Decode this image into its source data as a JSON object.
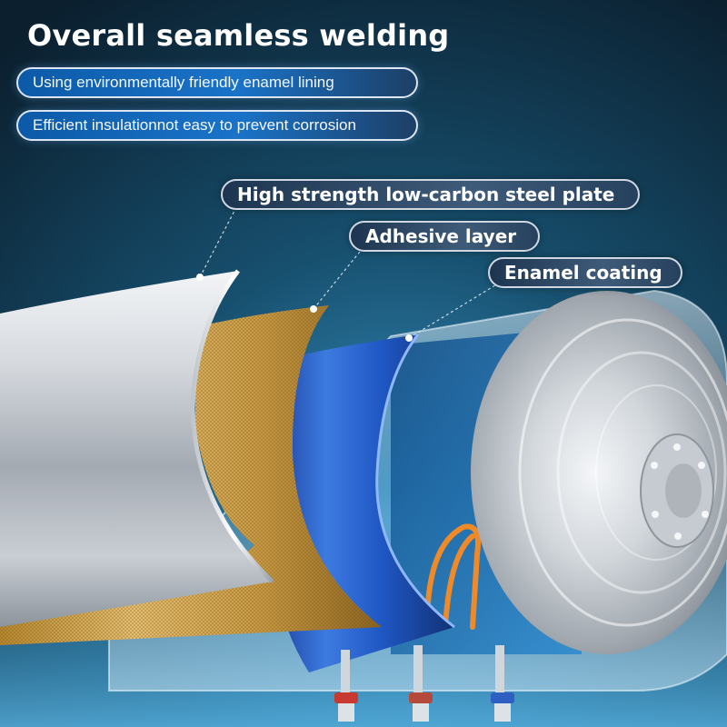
{
  "headline": "Overall seamless welding",
  "features": [
    "Using environmentally friendly enamel lining",
    "Efficient insulationnot easy to prevent corrosion"
  ],
  "layers": {
    "steel_plate": "High strength low-carbon steel plate",
    "adhesive": "Adhesive layer",
    "enamel": "Enamel coating"
  },
  "colors": {
    "background_top": "#0e2a3f",
    "accent_blue": "#1a73c9",
    "gold_layer": "#d3a645",
    "enamel_blue": "#1f4fb0"
  }
}
